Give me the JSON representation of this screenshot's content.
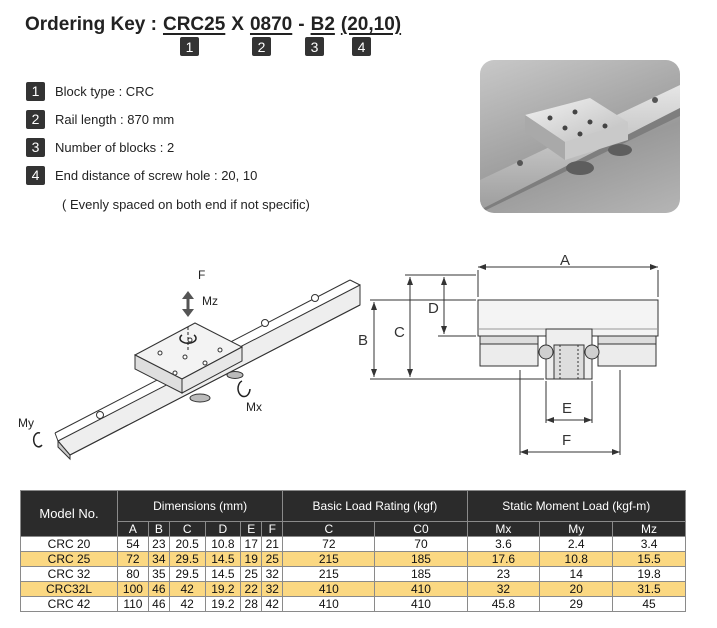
{
  "ordering_key": {
    "label": "Ordering Key :",
    "code_block": "CRC25",
    "x": "X",
    "code_length": "0870",
    "dash": "-",
    "code_blocks_count": "B2",
    "code_end": "(20,10)",
    "badges": [
      "1",
      "2",
      "3",
      "4"
    ]
  },
  "descriptions": [
    {
      "num": "1",
      "text": "Block type : CRC"
    },
    {
      "num": "2",
      "text": "Rail length : 870 mm"
    },
    {
      "num": "3",
      "text": "Number of blocks : 2"
    },
    {
      "num": "4",
      "text": "End distance of screw hole : 20, 10"
    }
  ],
  "note": "( Evenly spaced on both end if not specific)",
  "iso_labels": {
    "f": "F",
    "mz": "Mz",
    "mx": "Mx",
    "my": "My"
  },
  "dim_labels": {
    "a": "A",
    "b": "B",
    "c": "C",
    "d": "D",
    "e": "E",
    "f": "F"
  },
  "table": {
    "model_header": "Model No.",
    "dimensions_header": "Dimensions (mm)",
    "load_header": "Basic Load Rating (kgf)",
    "moment_header": "Static Moment Load (kgf-m)",
    "sub_headers": [
      "A",
      "B",
      "C",
      "D",
      "E",
      "F",
      "C",
      "C0",
      "Mx",
      "My",
      "Mz"
    ],
    "rows": [
      {
        "model": "CRC 20",
        "vals": [
          "54",
          "23",
          "20.5",
          "10.8",
          "17",
          "21",
          "72",
          "70",
          "3.6",
          "2.4",
          "3.4"
        ],
        "highlight": false
      },
      {
        "model": "CRC 25",
        "vals": [
          "72",
          "34",
          "29.5",
          "14.5",
          "19",
          "25",
          "215",
          "185",
          "17.6",
          "10.8",
          "15.5"
        ],
        "highlight": true
      },
      {
        "model": "CRC 32",
        "vals": [
          "80",
          "35",
          "29.5",
          "14.5",
          "25",
          "32",
          "215",
          "185",
          "23",
          "14",
          "19.8"
        ],
        "highlight": false
      },
      {
        "model": "CRC32L",
        "vals": [
          "100",
          "46",
          "42",
          "19.2",
          "22",
          "32",
          "410",
          "410",
          "32",
          "20",
          "31.5"
        ],
        "highlight": true
      },
      {
        "model": "CRC 42",
        "vals": [
          "110",
          "46",
          "42",
          "19.2",
          "28",
          "42",
          "410",
          "410",
          "45.8",
          "29",
          "45"
        ],
        "highlight": false
      }
    ]
  },
  "colors": {
    "table_header_bg": "#2b2b2b",
    "highlight_row": "#fbd882"
  }
}
